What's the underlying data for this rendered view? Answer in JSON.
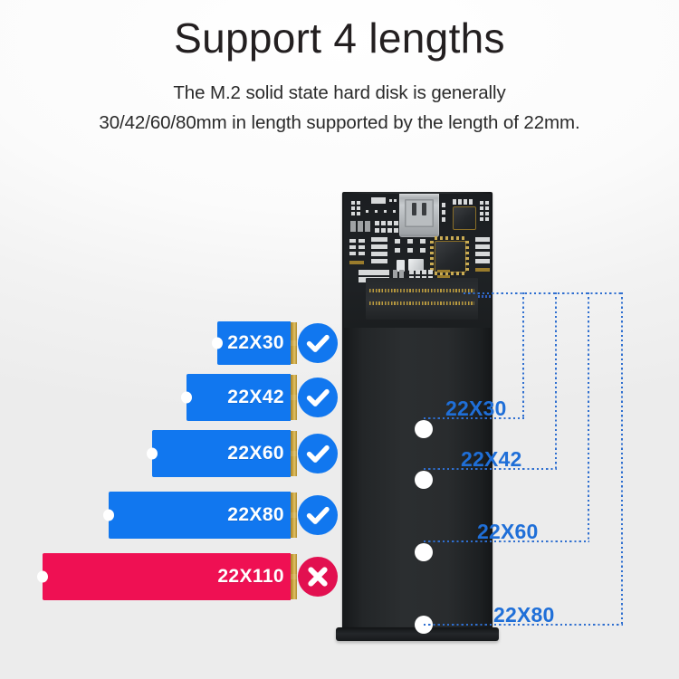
{
  "header": {
    "title": "Support 4 lengths",
    "subtitle_line1": "The M.2 solid state hard disk is generally",
    "subtitle_line2": "30/42/60/80mm in length supported by the length of 22mm."
  },
  "colors": {
    "supported_blue": "#1177ef",
    "unsupported_red": "#ef1053",
    "badge_ok": "#1177ef",
    "badge_no": "#e21050",
    "callout_blue": "#1f6fd8",
    "enclosure_black": "#26292c",
    "gold_connector": "#c9a33e"
  },
  "cards": [
    {
      "label": "22X30",
      "supported": true,
      "badge": "check-icon"
    },
    {
      "label": "22X42",
      "supported": true,
      "badge": "check-icon"
    },
    {
      "label": "22X60",
      "supported": true,
      "badge": "check-icon"
    },
    {
      "label": "22X80",
      "supported": true,
      "badge": "check-icon"
    },
    {
      "label": "22X110",
      "supported": false,
      "badge": "cross-icon"
    }
  ],
  "enclosure": {
    "connector": "usb-c-port",
    "socket": "m2-socket",
    "standoff_labels": [
      "22X30",
      "22X42",
      "22X60",
      "22X80"
    ]
  }
}
